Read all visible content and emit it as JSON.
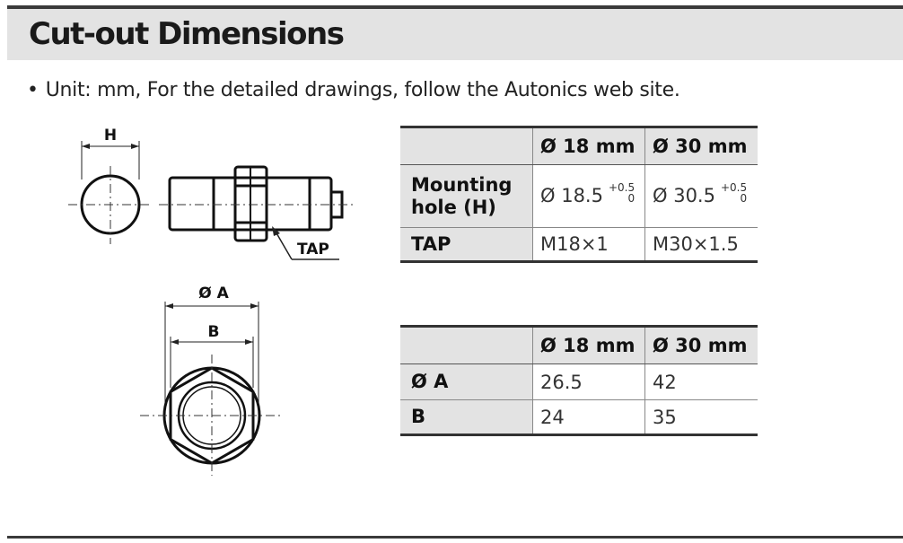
{
  "header": {
    "title": "Cut-out Dimensions"
  },
  "note": {
    "bullet": "•",
    "text": "Unit: mm, For the detailed drawings, follow the Autonics web site."
  },
  "drawing": {
    "label_h": "H",
    "label_tap": "TAP",
    "label_a": "Ø A",
    "label_b": "B"
  },
  "table1": {
    "columns": [
      "",
      "Ø 18 mm",
      "Ø 30 mm"
    ],
    "rows": [
      {
        "label": "Mounting hole (H)",
        "c18": "Ø 18.5",
        "c18_tol_upper": "+0.5",
        "c18_tol_lower": "0",
        "c30": "Ø 30.5",
        "c30_tol_upper": "+0.5",
        "c30_tol_lower": "0"
      },
      {
        "label": "TAP",
        "c18": "M18×1",
        "c30": "M30×1.5"
      }
    ]
  },
  "table2": {
    "columns": [
      "",
      "Ø 18 mm",
      "Ø 30 mm"
    ],
    "rows": [
      {
        "label": "Ø A",
        "c18": "26.5",
        "c30": "42"
      },
      {
        "label": "B",
        "c18": "24",
        "c30": "35"
      }
    ]
  }
}
